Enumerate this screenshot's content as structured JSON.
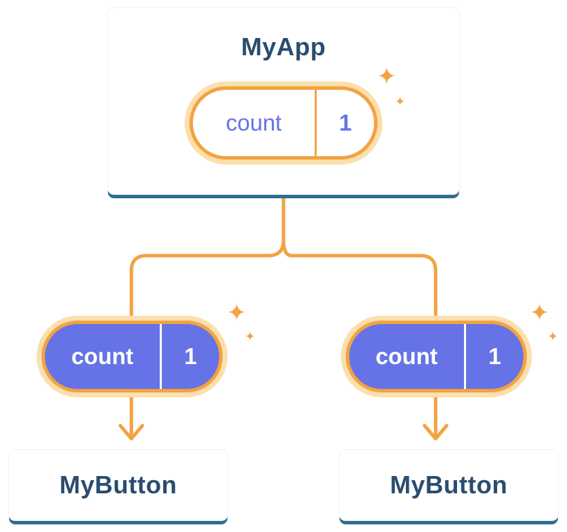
{
  "colors": {
    "orange": "#F2A341",
    "orange_light": "#FBDFAC",
    "purple": "#6673E6",
    "navy": "#2B4C6F",
    "card_shadow": "#2F6C92"
  },
  "icons": {
    "sparkle": "✦"
  },
  "root": {
    "title": "MyApp",
    "state": {
      "name": "count",
      "value": "1"
    }
  },
  "children": [
    {
      "title": "MyButton",
      "state": {
        "name": "count",
        "value": "1"
      }
    },
    {
      "title": "MyButton",
      "state": {
        "name": "count",
        "value": "1"
      }
    }
  ]
}
